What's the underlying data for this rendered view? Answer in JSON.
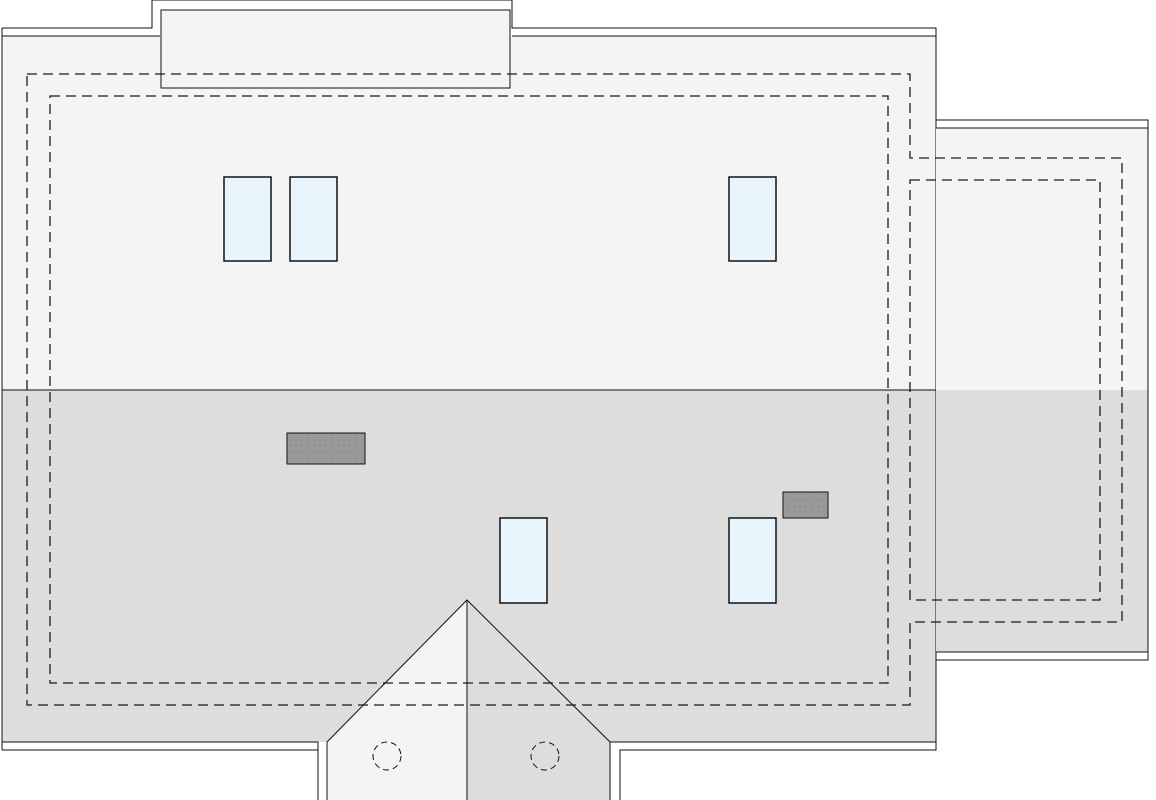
{
  "diagram": {
    "type": "roof-plan",
    "colors": {
      "background": "#ffffff",
      "roof_light": "#f4f4f4",
      "roof_shade": "#dddddd",
      "skylight": "#e9f5fd",
      "chimney": "#999999",
      "line": "#111111",
      "dashed": "#1a1a1a"
    },
    "elements": {
      "skylights": [
        "skylight",
        "skylight",
        "skylight",
        "skylight",
        "skylight"
      ],
      "chimneys": [
        "chimney",
        "chimney"
      ],
      "vent_circles": [
        "vent",
        "vent"
      ]
    }
  }
}
